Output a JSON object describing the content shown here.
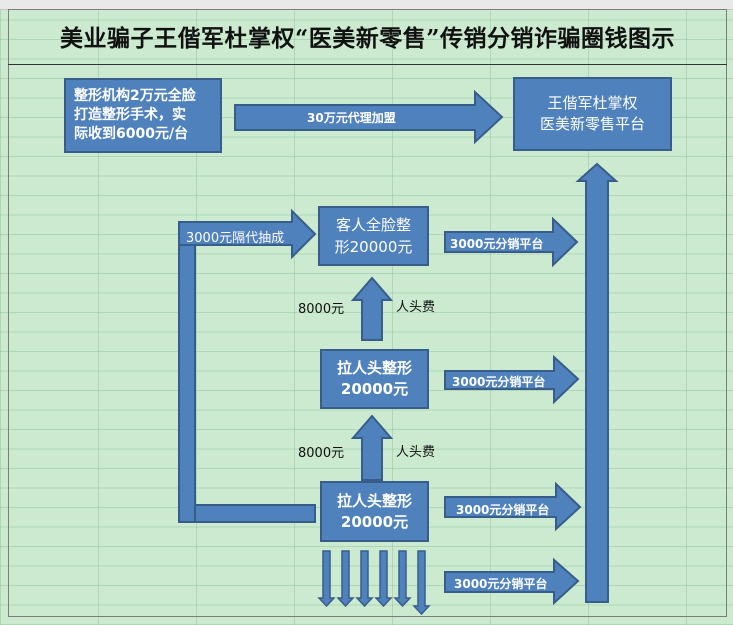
{
  "title": "美业骗子王偕军杜掌权“医美新零售”传销分销诈骗圈钱图示",
  "boxes": {
    "org": "整形机构2万元全脸\n打造整形手术，实\n际收到6000元/台",
    "platform": "王偕军杜掌权\n医美新零售平台",
    "customer": "客人全脸整\n形20000元",
    "recruit1": "拉人头整形\n20000元",
    "recruit2": "拉人头整形\n20000元"
  },
  "arrows": {
    "agency_fee": "30万元代理加盟",
    "grand_cut": "3000元隔代抽成",
    "dist1": "3000元分销平台",
    "dist2": "3000元分销平台",
    "dist3": "3000元分销平台",
    "dist4": "3000元分销平台"
  },
  "notes": {
    "amount1": "8000元",
    "headfee1": "人头费",
    "amount2": "8000元",
    "headfee2": "人头费"
  },
  "colors": {
    "fill": "#4f81bd",
    "stroke": "#385d8a",
    "background": "#ccead0"
  }
}
